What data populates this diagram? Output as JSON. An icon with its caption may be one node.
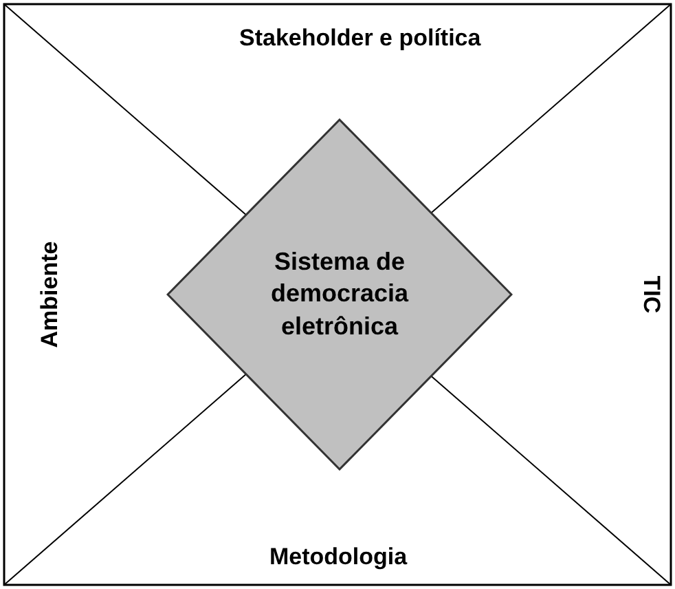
{
  "diagram": {
    "nodes": [
      {
        "text": [
          "Sistema de democracia eletrônica"
        ]
      }
    ],
    "edges": [],
    "labels": [
      "Stakeholder e política",
      "Ambiente",
      "TIC",
      "Metodologia"
    ]
  }
}
